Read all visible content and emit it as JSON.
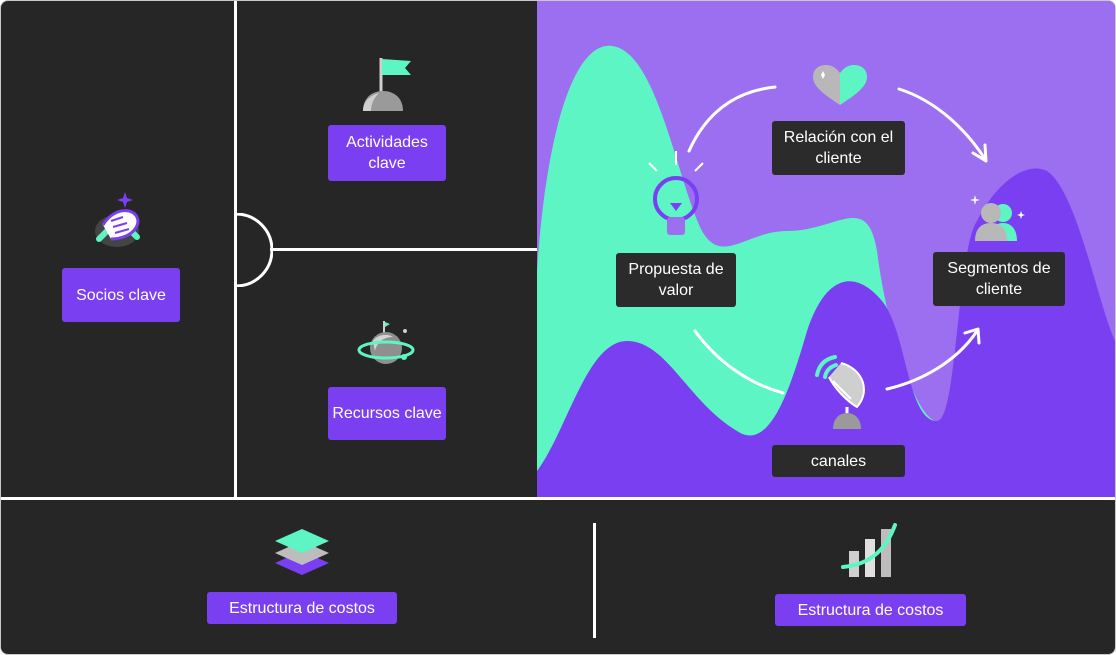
{
  "canvas": {
    "activities": "Actividades clave",
    "partners": "Socios clave",
    "resources": "Recursos clave",
    "value": "Propuesta de valor",
    "relationship": "Relación con el cliente",
    "segments": "Segmentos de cliente",
    "channels": "canales",
    "cost_left": "Estructura de costos",
    "cost_right": "Estructura de costos"
  },
  "icons": {
    "partners": "handshake-icon",
    "activities": "flag-icon",
    "resources": "planet-icon",
    "value": "lightbulb-icon",
    "relationship": "heart-icon",
    "segments": "users-icon",
    "channels": "satellite-dish-icon",
    "cost_left": "layers-icon",
    "cost_right": "growth-chart-icon"
  },
  "colors": {
    "background": "#262626",
    "label": "#7b3ff2",
    "mint": "#5ef5c5",
    "violet": "#9b6ff0"
  }
}
